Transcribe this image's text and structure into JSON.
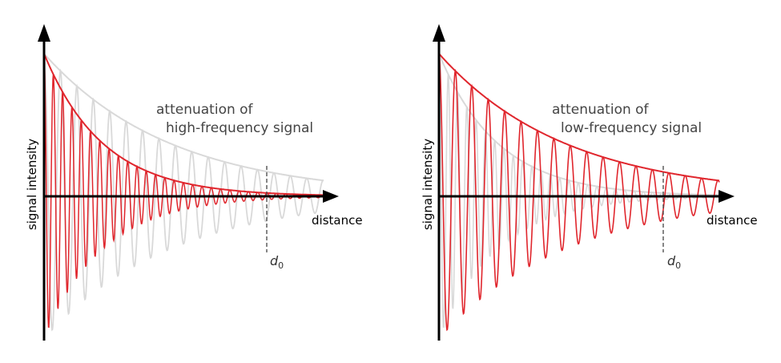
{
  "panels": [
    {
      "id": "high",
      "title_line1": "attenuation of",
      "title_line2": "high-frequency signal",
      "y_label": "signal intensity",
      "x_label": "distance",
      "marker_label": "d",
      "marker_sub": "0"
    },
    {
      "id": "low",
      "title_line1": "attenuation of",
      "title_line2": "low-frequency signal",
      "y_label": "signal intensity",
      "x_label": "distance",
      "marker_label": "d",
      "marker_sub": "0"
    }
  ],
  "colors": {
    "signal": "#e0262d",
    "reference": "#d9d9d9",
    "axis": "#000000",
    "marker": "#444444"
  }
}
